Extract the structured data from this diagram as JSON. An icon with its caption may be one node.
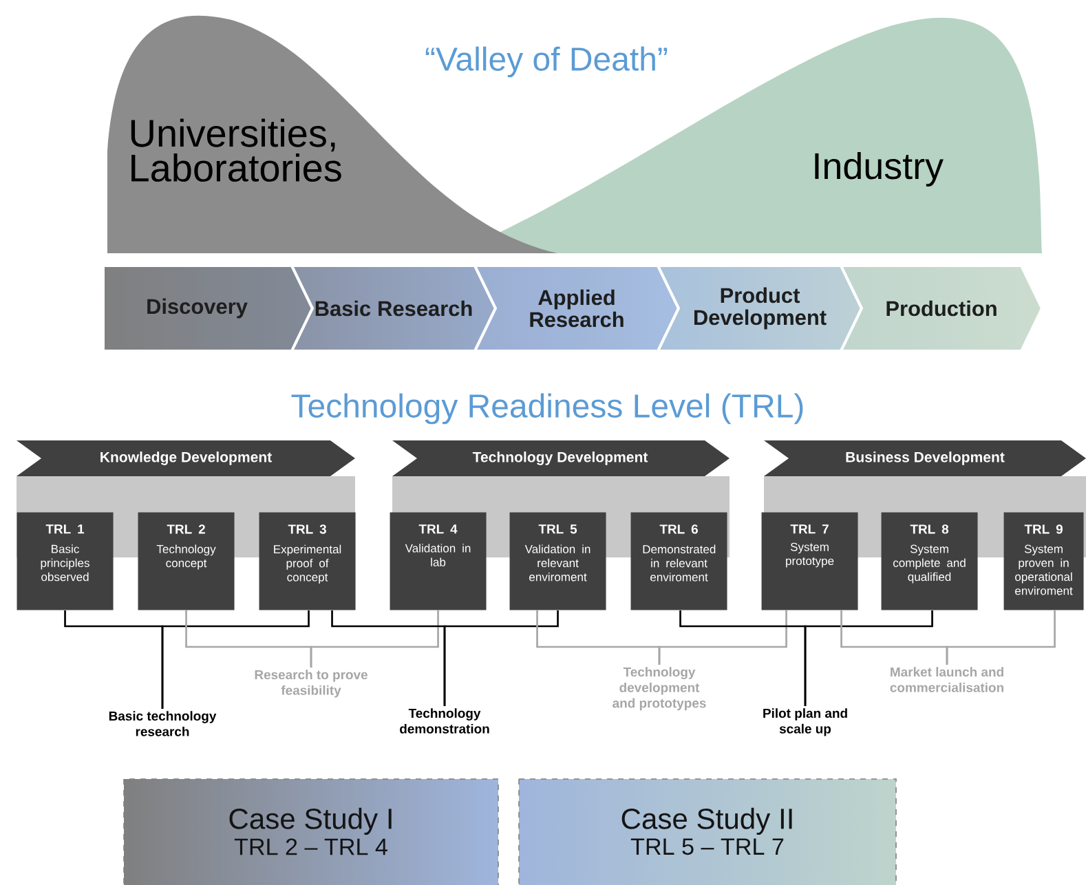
{
  "diagram": {
    "nodes": [
      {
        "text": [
          "Universities, Laboratories"
        ]
      },
      {
        "text": [
          "Industry"
        ]
      },
      {
        "text": [
          "Discovery"
        ]
      },
      {
        "text": [
          "Basic Research"
        ]
      },
      {
        "text": [
          "Applied Research"
        ]
      },
      {
        "text": [
          "Product Development"
        ]
      },
      {
        "text": [
          "Production"
        ]
      },
      {
        "text": [
          "Knowledge Development"
        ]
      },
      {
        "text": [
          "Technology Development"
        ]
      },
      {
        "text": [
          "Business Development"
        ]
      },
      {
        "text": [
          "TRL 1",
          "Basic principles observed"
        ]
      },
      {
        "text": [
          "TRL 2",
          "Technology concept"
        ]
      },
      {
        "text": [
          "TRL 3",
          "Experimental proof of concept"
        ]
      },
      {
        "text": [
          "TRL 4",
          "Validation in lab"
        ]
      },
      {
        "text": [
          "TRL 5",
          "Validation in relevant enviroment"
        ]
      },
      {
        "text": [
          "TRL 6",
          "Demonstrated in relevant enviroment"
        ]
      },
      {
        "text": [
          "TRL 7",
          "System prototype"
        ]
      },
      {
        "text": [
          "TRL 8",
          "System complete and qualified"
        ]
      },
      {
        "text": [
          "TRL 9",
          "System proven in operational enviroment"
        ]
      },
      {
        "text": [
          "Basic technology research"
        ]
      },
      {
        "text": [
          "Research to prove feasibility"
        ]
      },
      {
        "text": [
          "Technology demonstration"
        ]
      },
      {
        "text": [
          "Technology development and prototypes"
        ]
      },
      {
        "text": [
          "Pilot plan and scale up"
        ]
      },
      {
        "text": [
          "Market launch and commercialisation"
        ]
      },
      {
        "text": [
          "Case Study I",
          "TRL 2 – TRL 4"
        ]
      },
      {
        "text": [
          "Case Study II",
          "TRL 5 – TRL 7"
        ]
      }
    ],
    "edges": [
      {
        "from": 10,
        "to": 19,
        "arrow": "none"
      },
      {
        "from": 12,
        "to": 19,
        "arrow": "none"
      },
      {
        "from": 11,
        "to": 20,
        "arrow": "none",
        "color": "#a6a6a6"
      },
      {
        "from": 13,
        "to": 20,
        "arrow": "none",
        "color": "#a6a6a6"
      },
      {
        "from": 12,
        "to": 21,
        "arrow": "none"
      },
      {
        "from": 14,
        "to": 21,
        "arrow": "none"
      },
      {
        "from": 14,
        "to": 22,
        "arrow": "none",
        "color": "#a6a6a6"
      },
      {
        "from": 16,
        "to": 22,
        "arrow": "none",
        "color": "#a6a6a6"
      },
      {
        "from": 15,
        "to": 23,
        "arrow": "none"
      },
      {
        "from": 17,
        "to": 23,
        "arrow": "none"
      },
      {
        "from": 16,
        "to": 24,
        "arrow": "none",
        "color": "#a6a6a6"
      },
      {
        "from": 18,
        "to": 24,
        "arrow": "none",
        "color": "#a6a6a6"
      }
    ],
    "labels": [
      "“Valley of Death”",
      "Technology Readiness Level (TRL)"
    ]
  }
}
